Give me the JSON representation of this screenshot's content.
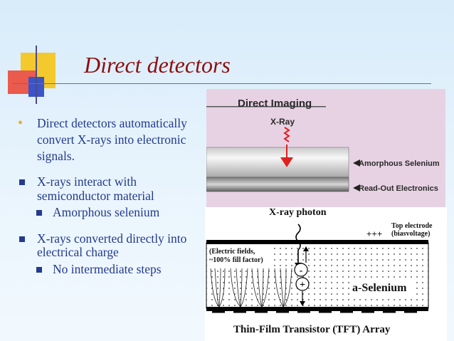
{
  "slide": {
    "title": "Direct detectors",
    "bullets": [
      {
        "text": "Direct detectors automatically convert  X-rays into electronic signals."
      },
      {
        "text": "X-rays interact with semiconductor material",
        "sub": "Amorphous selenium"
      },
      {
        "text": "X-rays converted directly into electrical charge",
        "sub": "No intermediate steps"
      }
    ]
  },
  "figure_top": {
    "heading": "Direct Imaging",
    "xray_label": "X-Ray",
    "layer1_label": "Amorphous Selenium",
    "layer2_label": "Read-Out Electronics"
  },
  "figure_bottom": {
    "photon_label": "X-ray  photon",
    "top_electrode": "Top electrode",
    "bias_voltage": "(biasvoltage)",
    "plus_signs": "+++",
    "fields_line1": "(Electric fields,",
    "fields_line2": "~100% fill factor)",
    "selenium_label": "a-Selenium",
    "minus_sign": "-",
    "plus_sign": "+",
    "tft_label": "Thin-Film Transistor (TFT) Array"
  },
  "colors": {
    "title": "#8b1010",
    "bullet_text": "#243a8e",
    "bullet_dot": "#e8b020",
    "deco_yellow": "#f3c92d",
    "deco_red": "#ea5a4d",
    "deco_blue": "#3b54c8",
    "figure_top_bg": "#e7d2e4",
    "arrow_red": "#e02020"
  }
}
